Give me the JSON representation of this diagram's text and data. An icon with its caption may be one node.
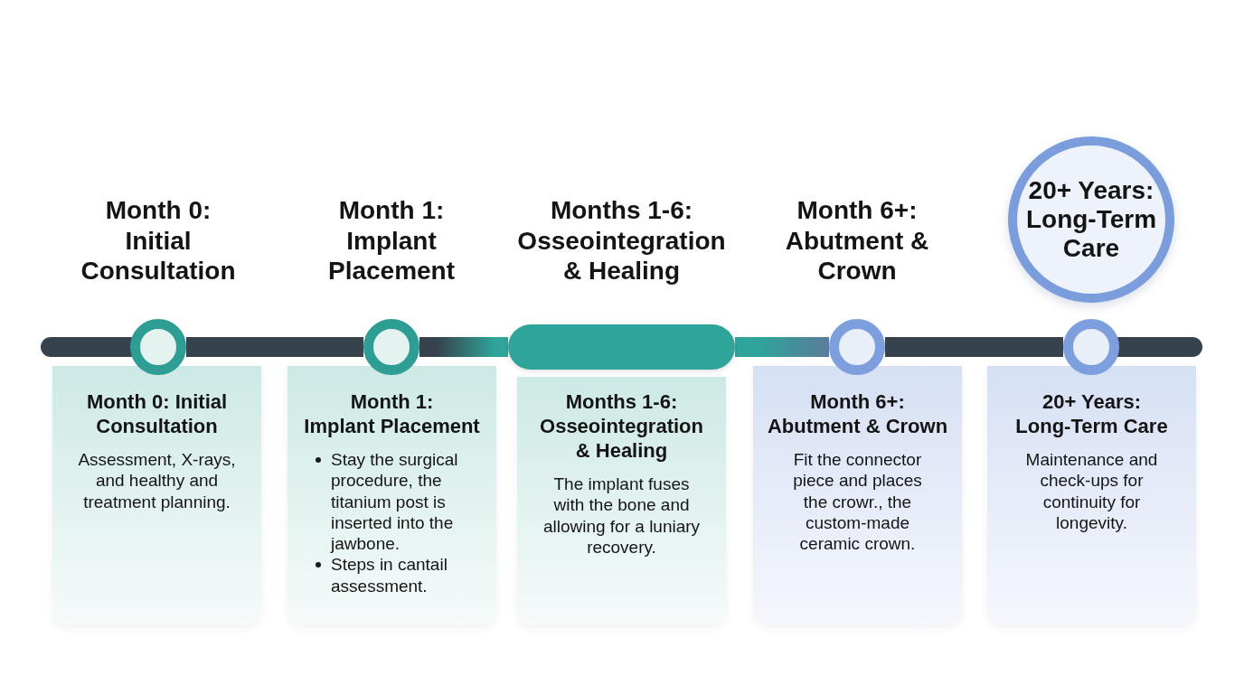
{
  "diagram": {
    "nodes": [
      {
        "text": [],
        "shape": "circle",
        "beside": [
          "Month 0: Initial Consultation"
        ]
      },
      {
        "text": [],
        "shape": "circle",
        "beside": [
          "Month 1: Implant Placement"
        ]
      },
      {
        "text": [],
        "shape": "bar",
        "beside": [
          "Months 1-6: Osseointegration & Healing"
        ]
      },
      {
        "text": [],
        "shape": "circle",
        "beside": [
          "Month 6+: Abutment & Crown"
        ]
      },
      {
        "text": [],
        "shape": "circle"
      },
      {
        "text": [
          "20+ Years: Long-Term Care"
        ]
      },
      {
        "text": [
          "Month 0: Initial Consultation",
          "Assessment, X-rays, and healthy and treatment planning."
        ]
      },
      {
        "text": [
          "Month 1: Implant Placement",
          "Stay the surgical procedure, the titanium post is inserted into the jawbone.",
          "Steps in cantail assessment."
        ]
      },
      {
        "text": [
          "Months 1-6: Osseointegration & Healing",
          "The implant fuses with the bone and allowing for a luniary recovery."
        ]
      },
      {
        "text": [
          "Month 6+: Abutment & Crown",
          "Fit the connector piece and places the crowr., the custom-made ceramic crown."
        ]
      },
      {
        "text": [
          "20+ Years: Long-Term Care",
          "Maintenance and check-ups for continuity for longevity."
        ]
      }
    ],
    "edges": [
      {
        "from": null,
        "to": 0,
        "arrow": "none"
      },
      {
        "from": 0,
        "to": 1,
        "arrow": "none"
      },
      {
        "from": 1,
        "to": 2,
        "arrow": "none",
        "color": "#2fa49a"
      },
      {
        "from": 2,
        "to": 3,
        "arrow": "none",
        "color": "#2fa49a"
      },
      {
        "from": 3,
        "to": 4,
        "arrow": "none"
      },
      {
        "from": 4,
        "to": null,
        "arrow": "none"
      }
    ]
  }
}
